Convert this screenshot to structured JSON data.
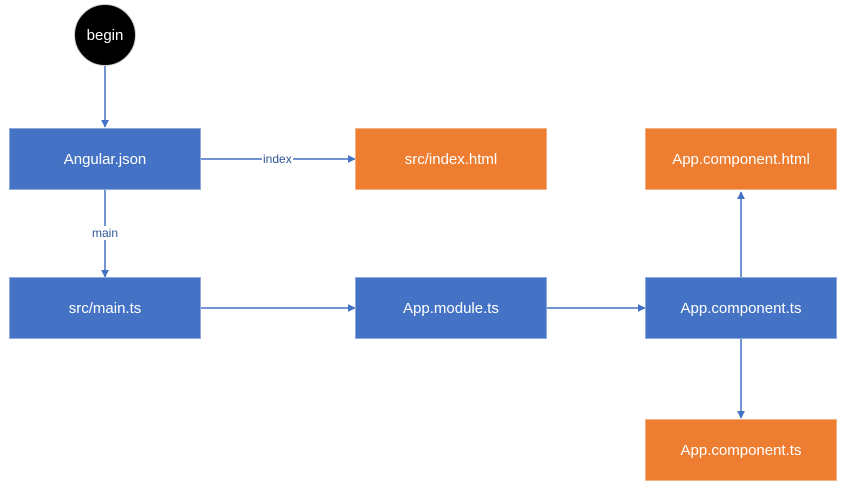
{
  "diagram": {
    "nodes": {
      "begin": "begin",
      "angular_json": "Angular.json",
      "index_html": "src/index.html",
      "component_html": "App.component.html",
      "main_ts": "src/main.ts",
      "module_ts": "App.module.ts",
      "component_ts": "App.component.ts",
      "component_ts_bottom": "App.component.ts"
    },
    "edge_labels": {
      "index": "index",
      "main": "main"
    },
    "colors": {
      "primary": "#4472c4",
      "accent": "#ed7d31",
      "start": "#000000",
      "connector": "#4472c4"
    }
  }
}
